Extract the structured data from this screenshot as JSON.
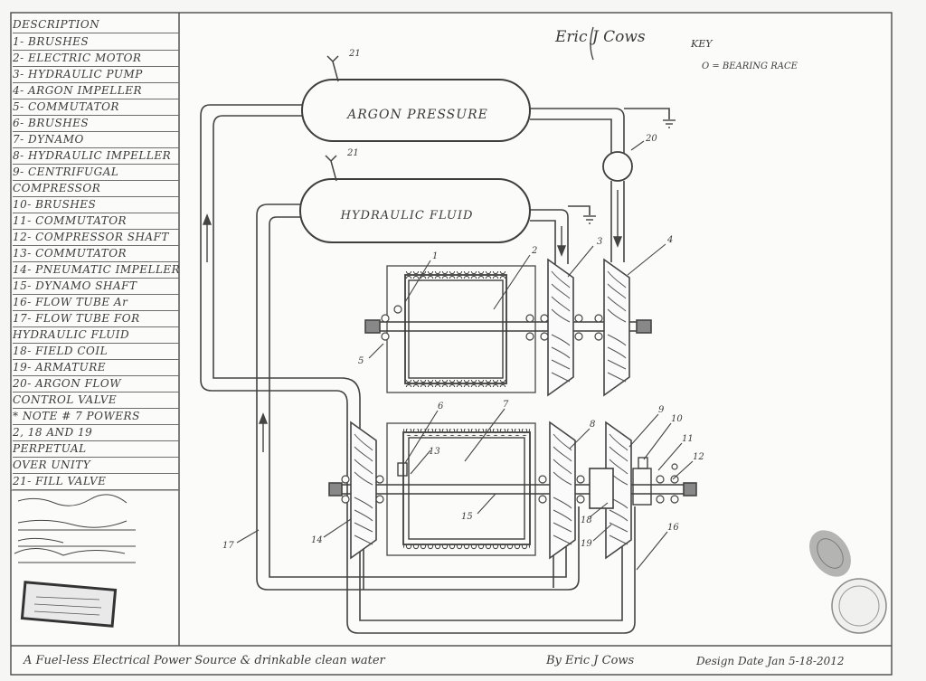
{
  "legend": {
    "header": "DESCRIPTION",
    "items": [
      "1- BRUSHES",
      "2- ELECTRIC MOTOR",
      "3- HYDRAULIC PUMP",
      "4- ARGON IMPELLER",
      "5- COMMUTATOR",
      "6- BRUSHES",
      "7- DYNAMO",
      "8- HYDRAULIC IMPELLER",
      "9- CENTRIFUGAL",
      "COMPRESSOR",
      "10- BRUSHES",
      "11- COMMUTATOR",
      "12- COMPRESSOR SHAFT",
      "13- COMMUTATOR",
      "14- PNEUMATIC IMPELLER",
      "15- DYNAMO SHAFT",
      "16- FLOW TUBE Ar",
      "17- FLOW TUBE FOR",
      "HYDRAULIC FLUID",
      "18- FIELD COIL",
      "19- ARMATURE",
      "20- ARGON FLOW",
      "CONTROL VALVE",
      "* NOTE # 7 POWERS",
      "2, 18 AND 19",
      "PERPETUAL",
      "OVER UNITY",
      "21- FILL VALVE"
    ]
  },
  "tanks": {
    "argon": "ARGON PRESSURE",
    "hydraulic": "HYDRAULIC FLUID"
  },
  "header": {
    "signature": "Eric J Cows",
    "key_title": "KEY",
    "key_item": "O = BEARING RACE"
  },
  "callouts": [
    "1",
    "2",
    "3",
    "4",
    "5",
    "6",
    "7",
    "8",
    "9",
    "10",
    "11",
    "12",
    "13",
    "14",
    "15",
    "16",
    "17",
    "18",
    "19",
    "20",
    "21",
    "21"
  ],
  "footer": {
    "title": "A Fuel-less Electrical Power Source & drinkable clean water",
    "author": "By Eric J Cows",
    "date": "Design Date Jan 5-18-2012"
  }
}
